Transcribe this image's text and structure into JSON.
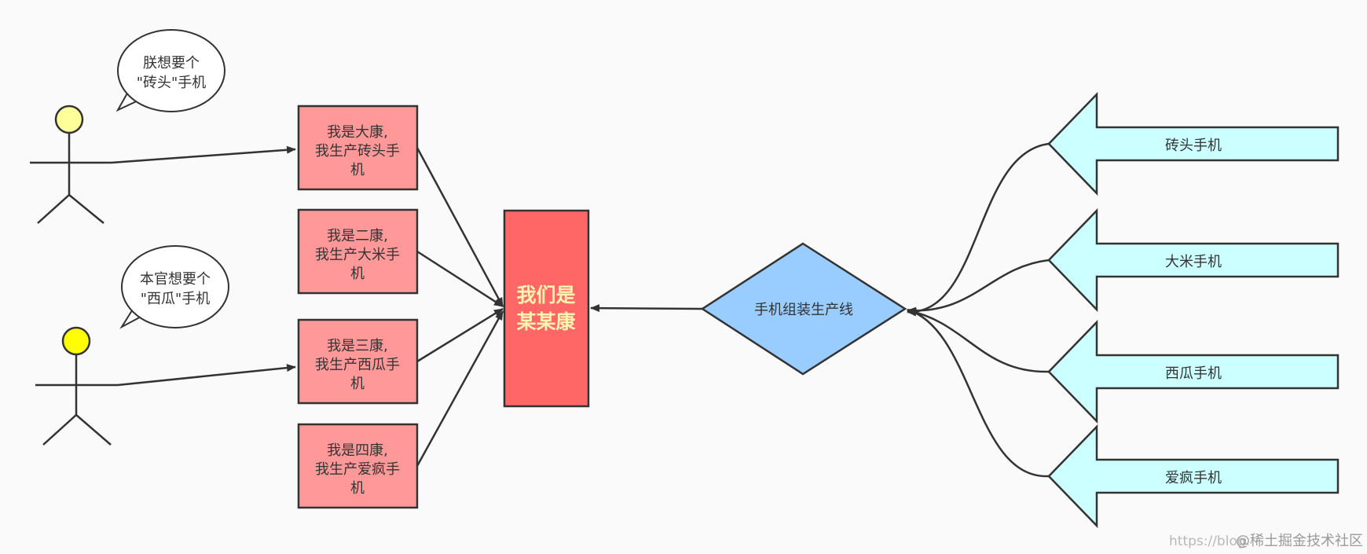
{
  "speech_bubbles": [
    {
      "line1": "朕想要个",
      "line2": "\"砖头\"手机"
    },
    {
      "line1": "本官想要个",
      "line2": "\"西瓜\"手机"
    }
  ],
  "factories": [
    {
      "line1": "我是大康,",
      "line2": "我生产砖头手",
      "line3": "机"
    },
    {
      "line1": "我是二康,",
      "line2": "我生产大米手",
      "line3": "机"
    },
    {
      "line1": "我是三康,",
      "line2": "我生产西瓜手",
      "line3": "机"
    },
    {
      "line1": "我是四康,",
      "line2": "我生产爱疯手",
      "line3": "机"
    }
  ],
  "central": {
    "line1": "我们是",
    "line2": "某某康"
  },
  "assembly_line": {
    "label": "手机组装生产线"
  },
  "inputs": [
    {
      "label": "砖头手机"
    },
    {
      "label": "大米手机"
    },
    {
      "label": "西瓜手机"
    },
    {
      "label": "爱疯手机"
    }
  ],
  "watermark": {
    "url": "https://blog.",
    "brand": "@稀土掘金技术社区"
  },
  "colors": {
    "actor_head_1": "#ffff99",
    "actor_head_2": "#ffff00",
    "factory_fill": "#ff9999",
    "central_fill": "#ff6666",
    "central_text": "#fff3b0",
    "diamond_fill": "#99ccff",
    "arrow_fill": "#ccffff",
    "stroke": "#333333"
  }
}
